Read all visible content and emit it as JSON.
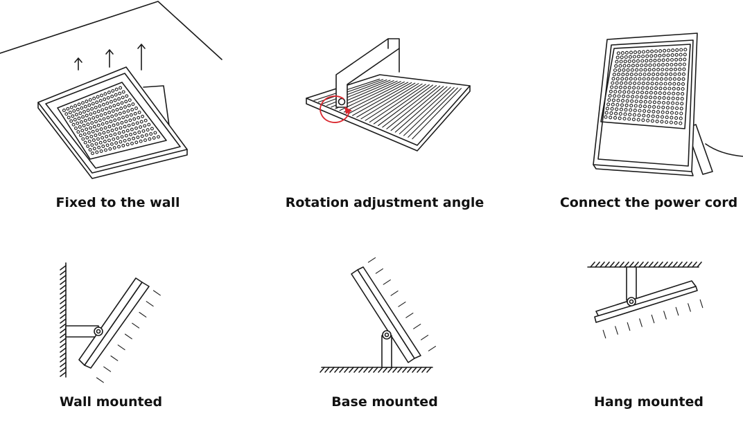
{
  "panels": [
    {
      "caption": "Fixed to the wall"
    },
    {
      "caption": "Rotation adjustment angle"
    },
    {
      "caption": "Connect the power cord"
    },
    {
      "caption": "Wall mounted"
    },
    {
      "caption": "Base mounted"
    },
    {
      "caption": "Hang mounted"
    }
  ],
  "colors": {
    "line": "#1a1a1a",
    "rotation_arrow": "#d9272e",
    "background": "#ffffff"
  }
}
